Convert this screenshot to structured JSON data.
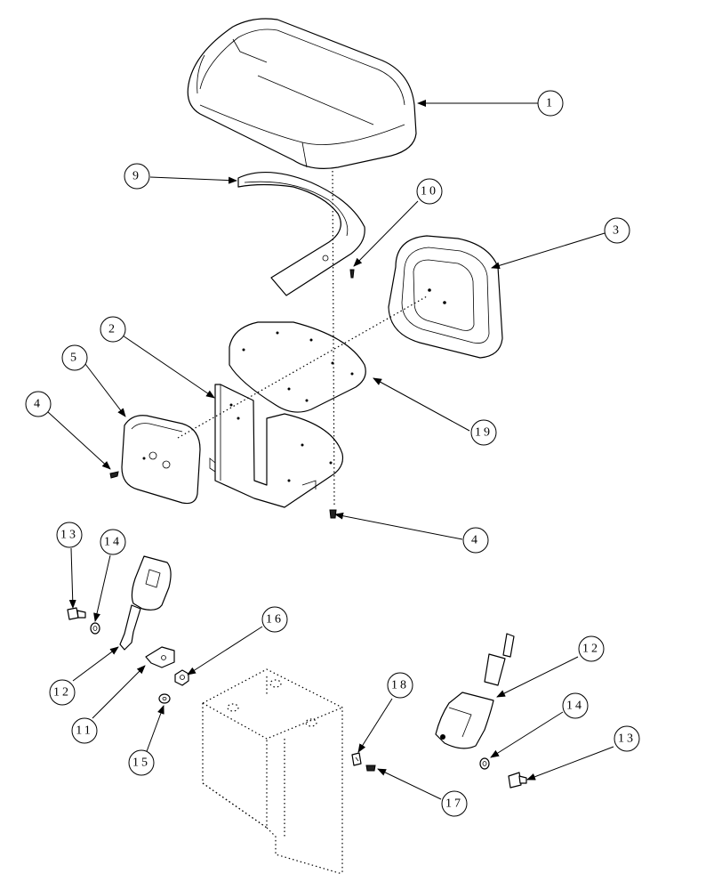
{
  "callouts": [
    {
      "id": "c1",
      "label": "1"
    },
    {
      "id": "c9a",
      "label": "9"
    },
    {
      "id": "c10",
      "label": "10"
    },
    {
      "id": "c3a",
      "label": "3"
    },
    {
      "id": "c2",
      "label": "2"
    },
    {
      "id": "c5",
      "label": "5"
    },
    {
      "id": "c4a",
      "label": "4"
    },
    {
      "id": "c19",
      "label": "19"
    },
    {
      "id": "c4b",
      "label": "4"
    },
    {
      "id": "c13a",
      "label": "13"
    },
    {
      "id": "c14a",
      "label": "14"
    },
    {
      "id": "c16",
      "label": "16"
    },
    {
      "id": "c12a",
      "label": "12"
    },
    {
      "id": "c11",
      "label": "11"
    },
    {
      "id": "c15",
      "label": "15"
    },
    {
      "id": "c18",
      "label": "18"
    },
    {
      "id": "c12b",
      "label": "12"
    },
    {
      "id": "c14b",
      "label": "14"
    },
    {
      "id": "c13b",
      "label": "13"
    },
    {
      "id": "c17",
      "label": "17"
    }
  ]
}
